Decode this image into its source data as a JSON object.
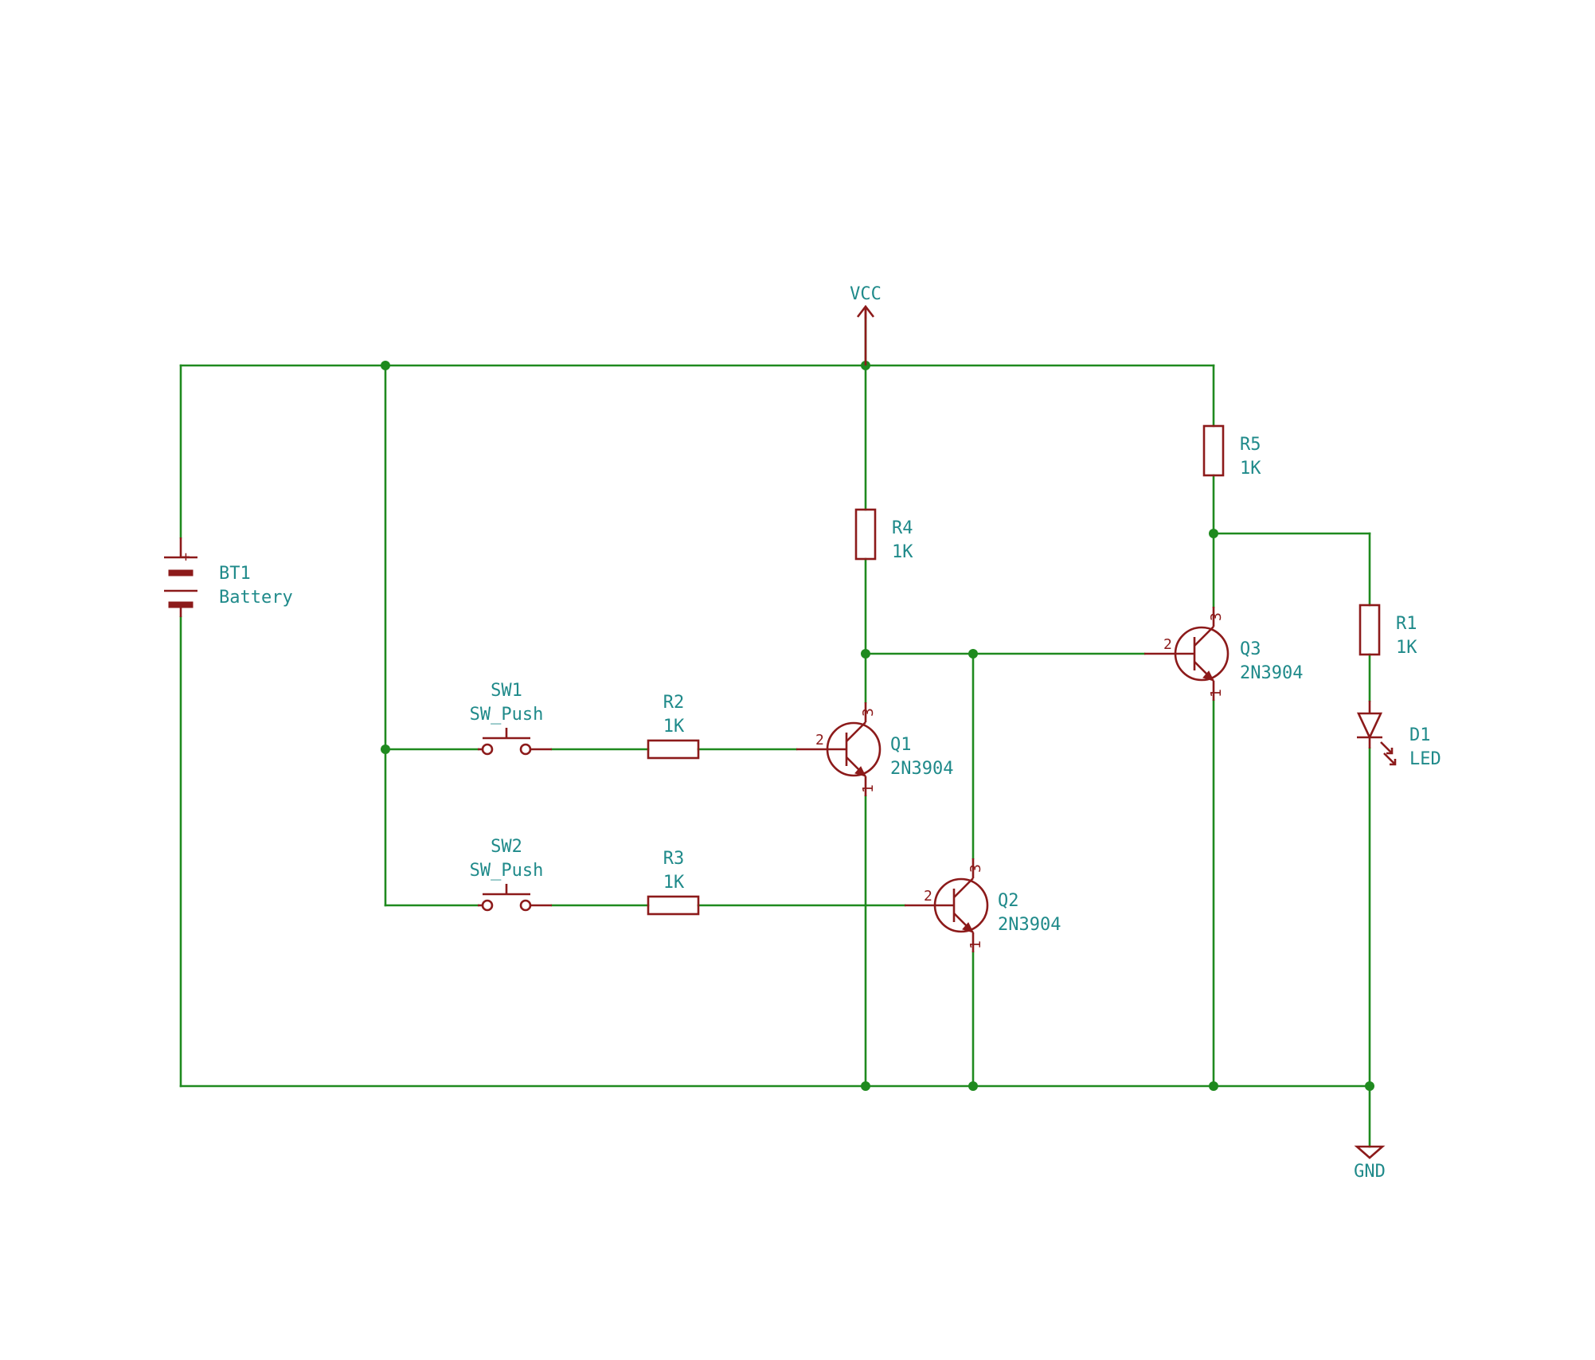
{
  "power": {
    "vcc": "VCC",
    "gnd": "GND"
  },
  "battery": {
    "ref": "BT1",
    "value": "Battery"
  },
  "sw1": {
    "ref": "SW1",
    "value": "SW_Push"
  },
  "sw2": {
    "ref": "SW2",
    "value": "SW_Push"
  },
  "r1": {
    "ref": "R1",
    "value": "1K"
  },
  "r2": {
    "ref": "R2",
    "value": "1K"
  },
  "r3": {
    "ref": "R3",
    "value": "1K"
  },
  "r4": {
    "ref": "R4",
    "value": "1K"
  },
  "r5": {
    "ref": "R5",
    "value": "1K"
  },
  "q1": {
    "ref": "Q1",
    "value": "2N3904"
  },
  "q2": {
    "ref": "Q2",
    "value": "2N3904"
  },
  "q3": {
    "ref": "Q3",
    "value": "2N3904"
  },
  "d1": {
    "ref": "D1",
    "value": "LED"
  },
  "pins": {
    "one": "1",
    "two": "2",
    "three": "3"
  },
  "colors": {
    "wire": "#1f8a1f",
    "component": "#8c1a1a",
    "label": "#1f8a8a"
  }
}
